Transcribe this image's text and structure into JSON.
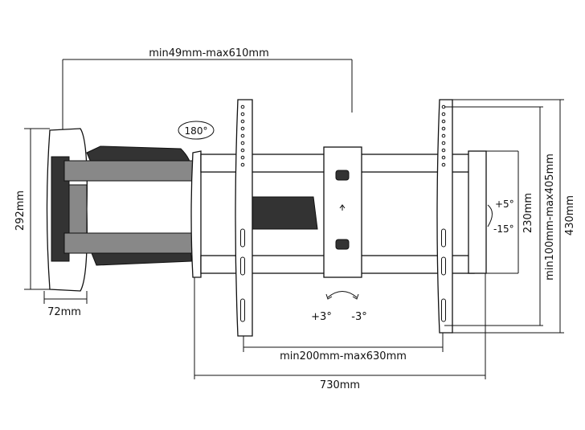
{
  "diagram": {
    "arm_extension": "min49mm-max610mm",
    "swivel": "180°",
    "wall_plate_height": "292mm",
    "wall_plate_width": "72mm",
    "tilt_up": "+5°",
    "tilt_down": "-15°",
    "frame_height": "230mm",
    "vertical_vesa": "min100mm-max405mm",
    "bracket_height": "430mm",
    "level_plus": "+3°",
    "level_minus": "-3°",
    "horizontal_vesa": "min200mm-max630mm",
    "total_width": "730mm"
  }
}
